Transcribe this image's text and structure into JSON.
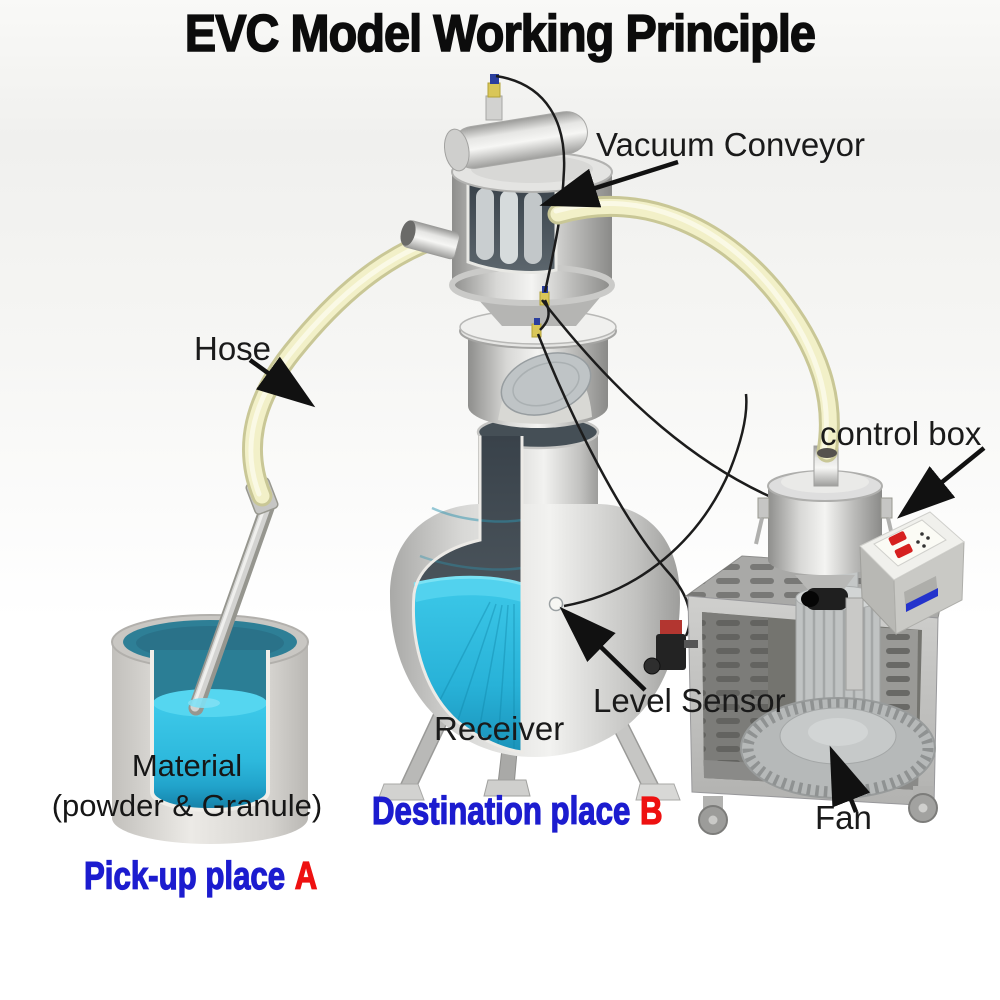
{
  "title": "EVC Model Working Principle",
  "labels": {
    "vacuum_conveyor": "Vacuum Conveyor",
    "hose": "Hose",
    "control_box": "control box",
    "level_sensor": "Level Sensor",
    "receiver": "Receiver",
    "fan": "Fan",
    "material_line1": "Material",
    "material_line2": "(powder & Granule)",
    "pickup_place": "Pick-up place",
    "pickup_letter": "A",
    "destination_place": "Destination place",
    "destination_letter": "B"
  },
  "colors": {
    "title_black": "#0c0c0c",
    "label_text": "#1a1a1a",
    "place_blue": "#1c1ccf",
    "place_letter_red": "#ee1111",
    "hose_yellow": "#f2f0c8",
    "material_cyan": "#36c4e6",
    "material_deep": "#1c9fc6",
    "steel_gray": "#d6d6d4",
    "cabinet_gray": "#c2c2c0",
    "arrow_black": "#111111",
    "console_red_button": "#d62020",
    "console_blue_strip": "#2433cc"
  }
}
